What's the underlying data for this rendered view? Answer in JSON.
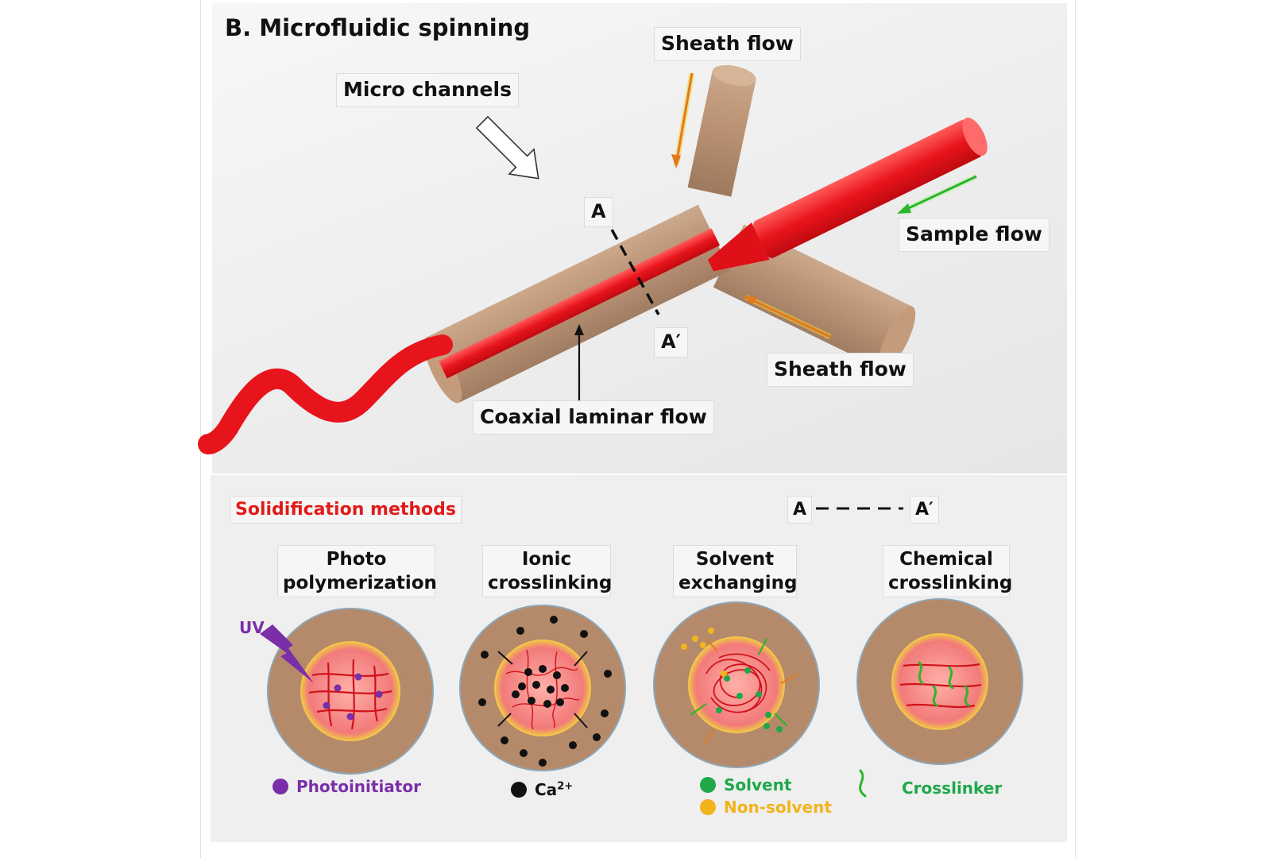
{
  "top": {
    "title": "B. Microfluidic spinning",
    "labels": {
      "sheath_top": "Sheath flow",
      "micro_channels": "Micro channels",
      "section_a": "A",
      "section_a_prime": "A′",
      "sample_flow": "Sample flow",
      "sheath_bottom": "Sheath flow",
      "coaxial": "Coaxial laminar flow"
    }
  },
  "bottom": {
    "heading": "Solidification methods",
    "section_a": "A",
    "section_a_prime": "A′",
    "methods": [
      {
        "line1": "Photo",
        "line2": "polymerization"
      },
      {
        "line1": "Ionic",
        "line2": "crosslinking"
      },
      {
        "line1": "Solvent",
        "line2": "exchanging"
      },
      {
        "line1": "Chemical",
        "line2": "crosslinking"
      }
    ],
    "uv": "UV",
    "legends": {
      "photoinitiator": "Photoinitiator",
      "ca_base": "Ca",
      "ca_sup": "2+",
      "solvent": "Solvent",
      "non_solvent": "Non-solvent",
      "crosslinker": "Crosslinker"
    }
  },
  "colors": {
    "channel": "#b58a6a",
    "fiber": "#e8141c",
    "core": "#f27a7a",
    "photoinitiator": "#7a2fa8",
    "solvent": "#1fa84a",
    "non_solvent": "#f2b31c",
    "heading_red": "#e01b1b",
    "green_arrow": "#2bb52b",
    "orange_arrow": "#e27a1c"
  }
}
